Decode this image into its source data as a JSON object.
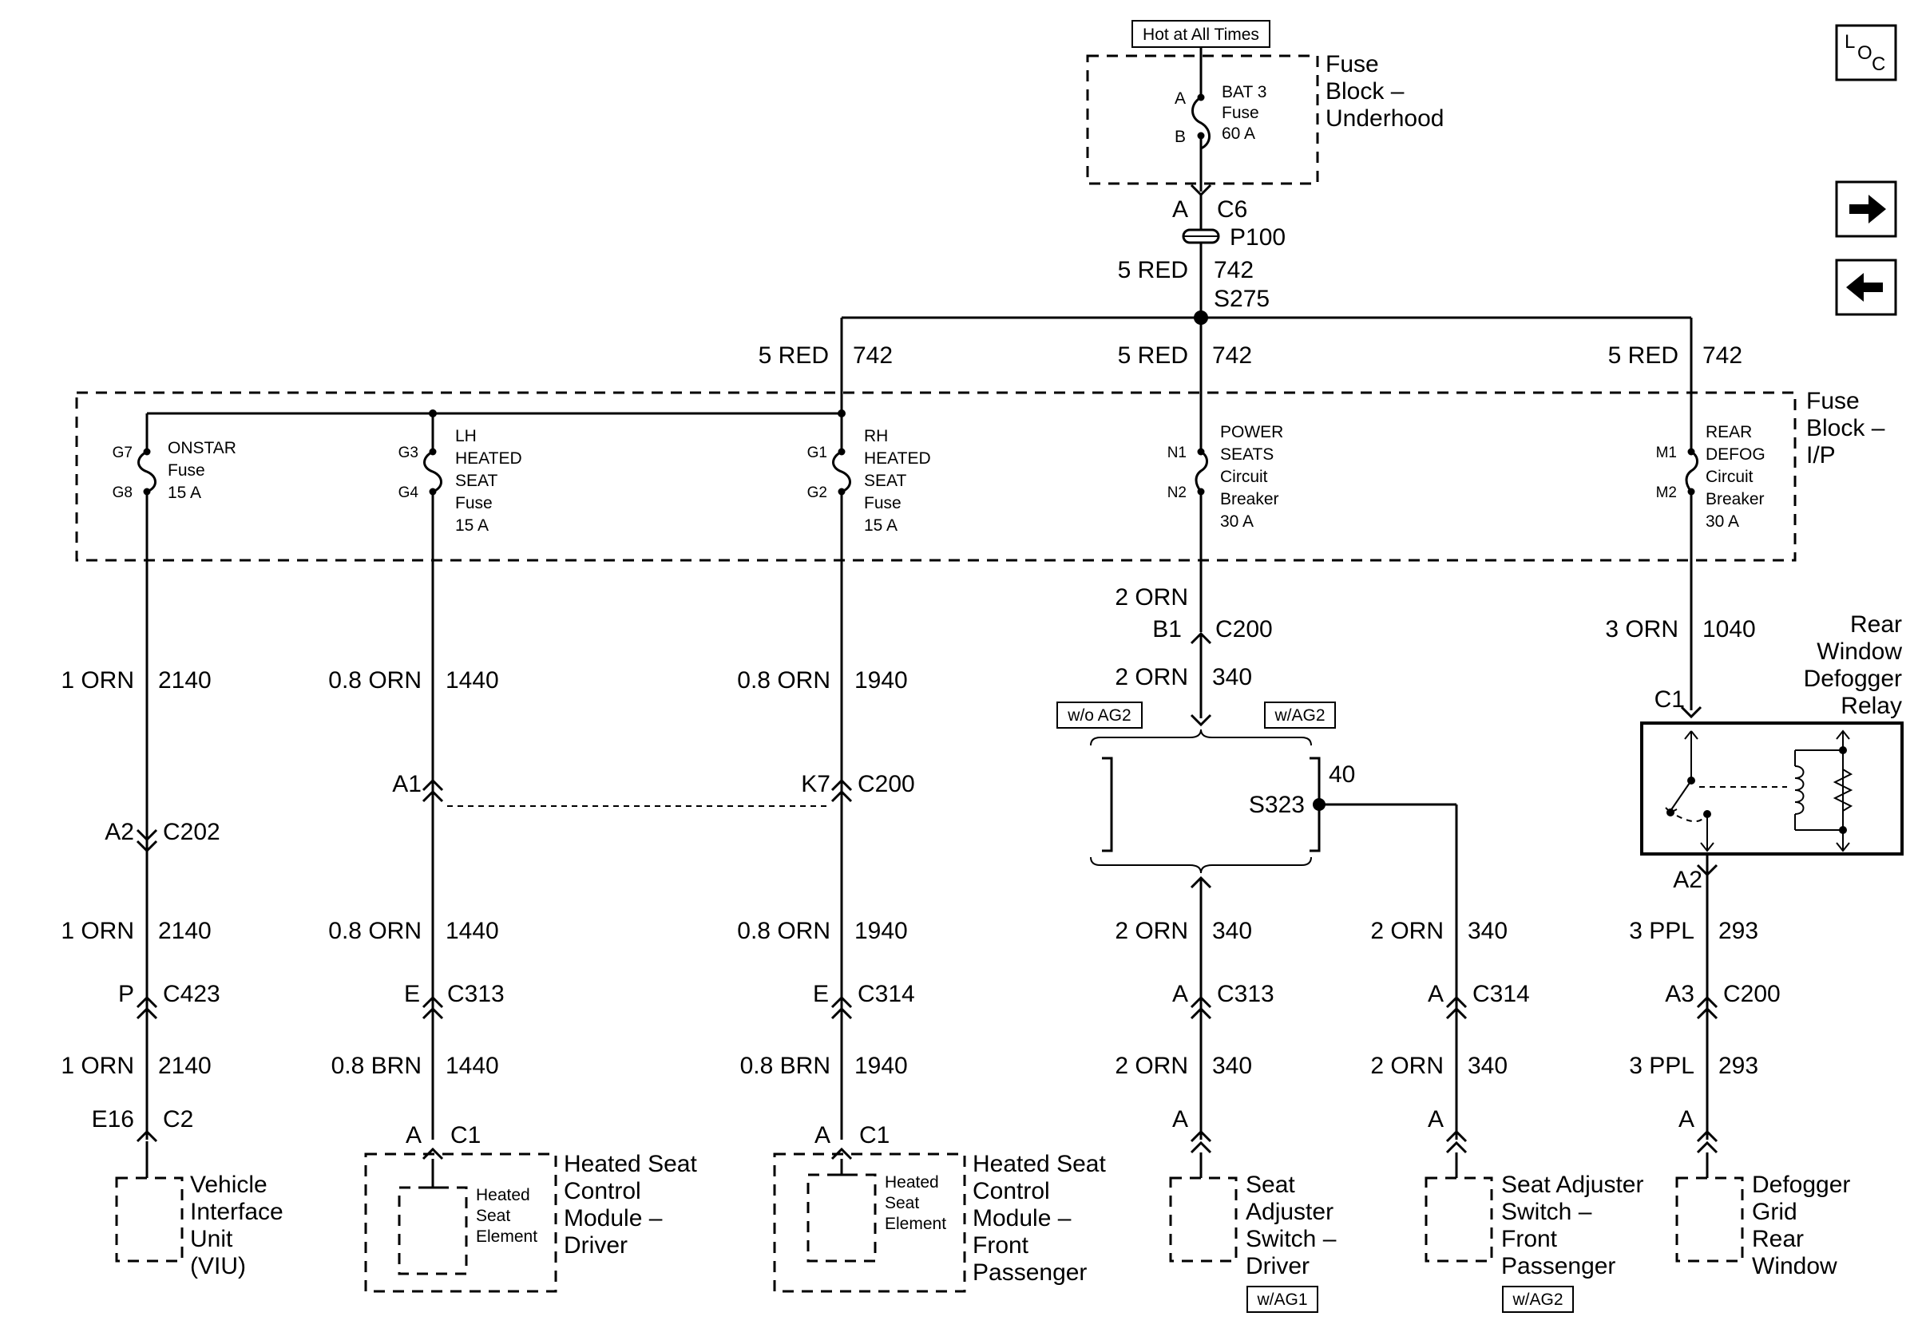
{
  "hot_label": "Hot at All Times",
  "underhood_fuse": {
    "pin_a": "A",
    "pin_b": "B",
    "name": "BAT 3",
    "type": "Fuse",
    "rating": "60 A",
    "block_label": [
      "Fuse",
      "Block –",
      "Underhood"
    ]
  },
  "c6_pin": "A",
  "c6": "C6",
  "p100": "P100",
  "main_wire": {
    "gauge": "5 RED",
    "circuit": "742"
  },
  "s275": "S275",
  "branch_wires": [
    {
      "gauge": "5 RED",
      "circuit": "742"
    },
    {
      "gauge": "5 RED",
      "circuit": "742"
    },
    {
      "gauge": "5 RED",
      "circuit": "742"
    }
  ],
  "ip_block_label": [
    "Fuse",
    "Block –",
    "I/P"
  ],
  "ip_fuses": [
    {
      "in": "G7",
      "out": "G8",
      "lines": [
        "ONSTAR",
        "Fuse",
        "15 A"
      ]
    },
    {
      "in": "G3",
      "out": "G4",
      "lines": [
        "LH",
        "HEATED",
        "SEAT",
        "Fuse",
        "15 A"
      ]
    },
    {
      "in": "G1",
      "out": "G2",
      "lines": [
        "RH",
        "HEATED",
        "SEAT",
        "Fuse",
        "15 A"
      ]
    },
    {
      "in": "N1",
      "out": "N2",
      "lines": [
        "POWER",
        "SEATS",
        "Circuit",
        "Breaker",
        "30 A"
      ]
    },
    {
      "in": "M1",
      "out": "M2",
      "lines": [
        "REAR",
        "DEFOG",
        "Circuit",
        "Breaker",
        "30 A"
      ]
    }
  ],
  "col1": {
    "w1": {
      "gauge": "1 ORN",
      "circuit": "2140"
    },
    "conn1": {
      "pin": "A2",
      "name": "C202"
    },
    "w2": {
      "gauge": "1 ORN",
      "circuit": "2140"
    },
    "conn2": {
      "pin": "P",
      "name": "C423"
    },
    "w3": {
      "gauge": "1 ORN",
      "circuit": "2140"
    },
    "conn3": {
      "pin": "E16",
      "name": "C2"
    },
    "component": [
      "Vehicle",
      "Interface",
      "Unit",
      "(VIU)"
    ]
  },
  "col2": {
    "w1": {
      "gauge": "0.8 ORN",
      "circuit": "1440"
    },
    "conn1": {
      "pin": "A1"
    },
    "w2": {
      "gauge": "0.8 ORN",
      "circuit": "1440"
    },
    "conn2": {
      "pin": "E",
      "name": "C313"
    },
    "w3": {
      "gauge": "0.8 BRN",
      "circuit": "1440"
    },
    "conn3": {
      "pin": "A",
      "name": "C1"
    },
    "element": [
      "Heated",
      "Seat",
      "Element"
    ],
    "component": [
      "Heated Seat",
      "Control",
      "Module –",
      "Driver"
    ]
  },
  "col3": {
    "w1": {
      "gauge": "0.8 ORN",
      "circuit": "1940"
    },
    "conn1": {
      "pin": "K7",
      "name": "C200"
    },
    "w2": {
      "gauge": "0.8 ORN",
      "circuit": "1940"
    },
    "conn2": {
      "pin": "E",
      "name": "C314"
    },
    "w3": {
      "gauge": "0.8 BRN",
      "circuit": "1940"
    },
    "conn3": {
      "pin": "A",
      "name": "C1"
    },
    "element": [
      "Heated",
      "Seat",
      "Element"
    ],
    "component": [
      "Heated Seat",
      "Control",
      "Module –",
      "Front",
      "Passenger"
    ]
  },
  "col4": {
    "w0": {
      "gauge": "2 ORN"
    },
    "conn0": {
      "pin": "B1",
      "name": "C200"
    },
    "w1": {
      "gauge": "2 ORN",
      "circuit": "340"
    },
    "option_left": "w/o AG2",
    "option_right": "w/AG2",
    "splice_pin": "40",
    "splice": "S323",
    "w2": {
      "gauge": "2 ORN",
      "circuit": "340"
    },
    "conn2": {
      "pin": "A",
      "name": "C313"
    },
    "w3": {
      "gauge": "2 ORN",
      "circuit": "340"
    },
    "conn3": {
      "pin": "A"
    },
    "component": [
      "Seat",
      "Adjuster",
      "Switch –",
      "Driver"
    ],
    "option_tag": "w/AG1"
  },
  "col5": {
    "w2": {
      "gauge": "2 ORN",
      "circuit": "340"
    },
    "conn2": {
      "pin": "A",
      "name": "C314"
    },
    "w3": {
      "gauge": "2 ORN",
      "circuit": "340"
    },
    "conn3": {
      "pin": "A"
    },
    "component": [
      "Seat Adjuster",
      "Switch –",
      "Front",
      "Passenger"
    ],
    "option_tag": "w/AG2"
  },
  "col6": {
    "w1": {
      "gauge": "3 ORN",
      "circuit": "1040"
    },
    "relay_pin_in": "C1",
    "relay_label": [
      "Rear",
      "Window",
      "Defogger",
      "Relay"
    ],
    "relay_pin_out": "A2",
    "w2": {
      "gauge": "3 PPL",
      "circuit": "293"
    },
    "conn2": {
      "pin": "A3",
      "name": "C200"
    },
    "w3": {
      "gauge": "3 PPL",
      "circuit": "293"
    },
    "conn3": {
      "pin": "A"
    },
    "component": [
      "Defogger",
      "Grid",
      "Rear",
      "Window"
    ]
  },
  "loc_icon": {
    "l": "L",
    "o": "O",
    "c": "C"
  },
  "nav": {
    "next": "arrow-right-icon",
    "prev": "arrow-left-icon"
  }
}
